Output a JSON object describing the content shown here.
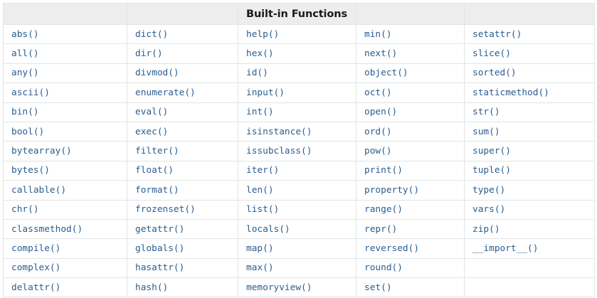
{
  "table": {
    "title": "Built-in Functions",
    "title_column_index": 2,
    "column_count": 5,
    "header_cells": [
      "",
      "",
      "Built-in Functions",
      "",
      ""
    ],
    "rows": [
      [
        "abs()",
        "dict()",
        "help()",
        "min()",
        "setattr()"
      ],
      [
        "all()",
        "dir()",
        "hex()",
        "next()",
        "slice()"
      ],
      [
        "any()",
        "divmod()",
        "id()",
        "object()",
        "sorted()"
      ],
      [
        "ascii()",
        "enumerate()",
        "input()",
        "oct()",
        "staticmethod()"
      ],
      [
        "bin()",
        "eval()",
        "int()",
        "open()",
        "str()"
      ],
      [
        "bool()",
        "exec()",
        "isinstance()",
        "ord()",
        "sum()"
      ],
      [
        "bytearray()",
        "filter()",
        "issubclass()",
        "pow()",
        "super()"
      ],
      [
        "bytes()",
        "float()",
        "iter()",
        "print()",
        "tuple()"
      ],
      [
        "callable()",
        "format()",
        "len()",
        "property()",
        "type()"
      ],
      [
        "chr()",
        "frozenset()",
        "list()",
        "range()",
        "vars()"
      ],
      [
        "classmethod()",
        "getattr()",
        "locals()",
        "repr()",
        "zip()"
      ],
      [
        "compile()",
        "globals()",
        "map()",
        "reversed()",
        "__import__()"
      ],
      [
        "complex()",
        "hasattr()",
        "max()",
        "round()",
        ""
      ],
      [
        "delattr()",
        "hash()",
        "memoryview()",
        "set()",
        ""
      ]
    ]
  },
  "colors": {
    "link": "#2a5d8f",
    "header_background": "#ededed",
    "header_text": "#1a1a1a",
    "border": "#e1e4e5",
    "page_background": "#ffffff"
  }
}
